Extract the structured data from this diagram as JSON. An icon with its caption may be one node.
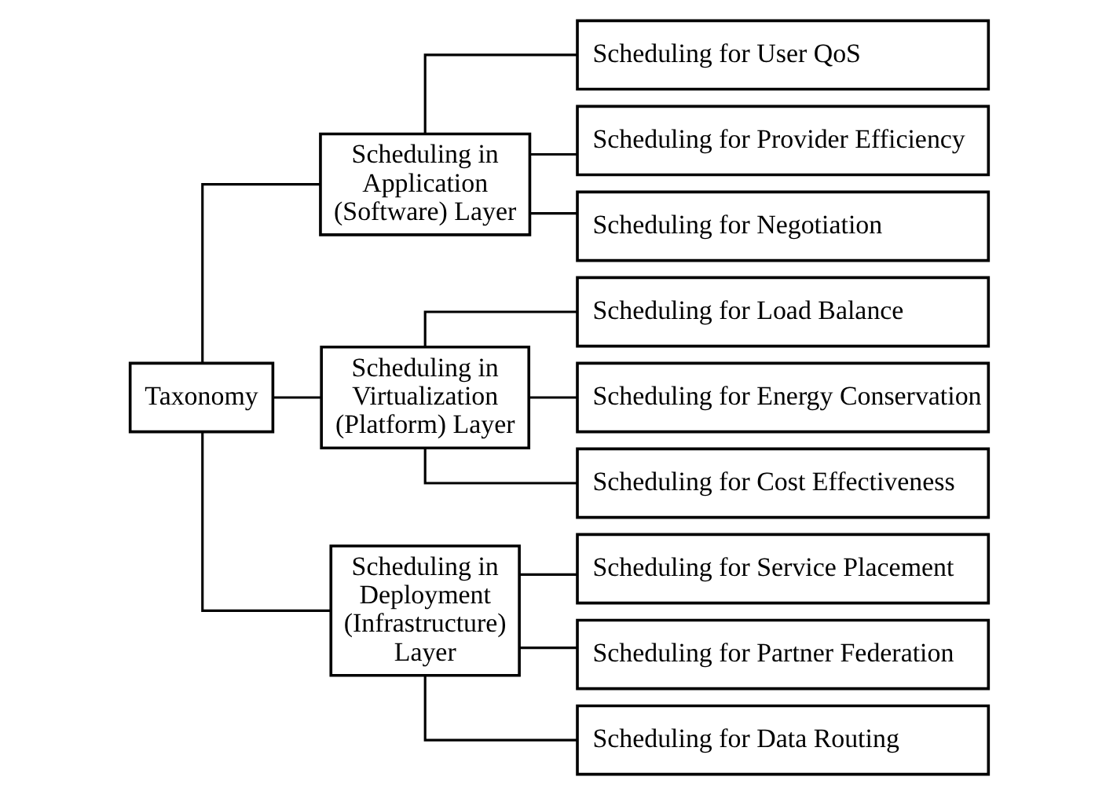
{
  "diagram": {
    "nodes": [
      {
        "text": [
          "Taxonomy"
        ]
      },
      {
        "text": [
          "Scheduling in Application (Software) Layer"
        ]
      },
      {
        "text": [
          "Scheduling in Virtualization (Platform) Layer"
        ]
      },
      {
        "text": [
          "Scheduling in Deployment (Infrastructure) Layer"
        ]
      },
      {
        "text": [
          "Scheduling for User QoS"
        ]
      },
      {
        "text": [
          "Scheduling for Provider Efficiency"
        ]
      },
      {
        "text": [
          "Scheduling for Negotiation"
        ]
      },
      {
        "text": [
          "Scheduling for Load Balance"
        ]
      },
      {
        "text": [
          "Scheduling for Energy Conservation"
        ]
      },
      {
        "text": [
          "Scheduling for Cost Effectiveness"
        ]
      },
      {
        "text": [
          "Scheduling for Service Placement"
        ]
      },
      {
        "text": [
          "Scheduling for Partner Federation"
        ]
      },
      {
        "text": [
          "Scheduling for Data Routing"
        ]
      }
    ],
    "edges": [
      {
        "from": 0,
        "to": 1,
        "arrow": "none"
      },
      {
        "from": 0,
        "to": 2,
        "arrow": "none"
      },
      {
        "from": 0,
        "to": 3,
        "arrow": "none"
      },
      {
        "from": 1,
        "to": 4,
        "arrow": "none"
      },
      {
        "from": 1,
        "to": 5,
        "arrow": "none"
      },
      {
        "from": 1,
        "to": 6,
        "arrow": "none"
      },
      {
        "from": 2,
        "to": 7,
        "arrow": "none"
      },
      {
        "from": 2,
        "to": 8,
        "arrow": "none"
      },
      {
        "from": 2,
        "to": 9,
        "arrow": "none"
      },
      {
        "from": 3,
        "to": 10,
        "arrow": "none"
      },
      {
        "from": 3,
        "to": 11,
        "arrow": "none"
      },
      {
        "from": 3,
        "to": 12,
        "arrow": "none"
      }
    ]
  }
}
